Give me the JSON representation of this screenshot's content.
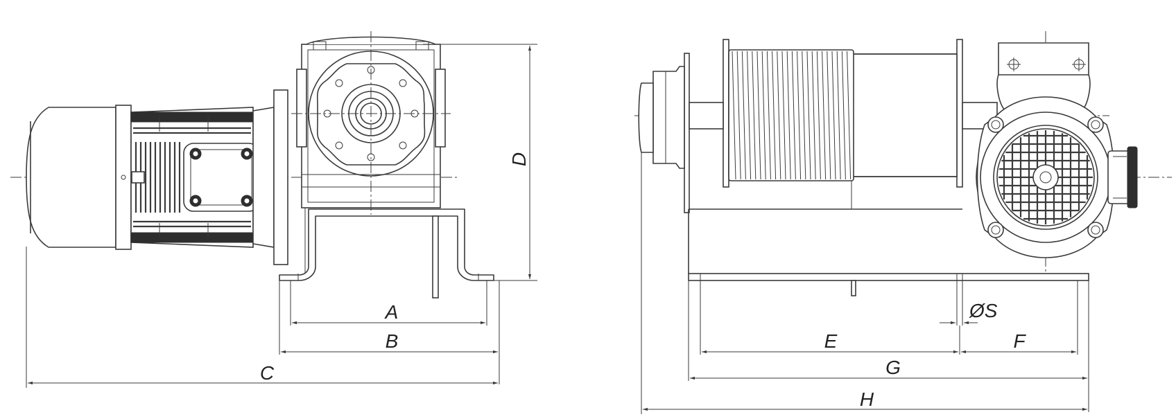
{
  "labels": {
    "A": "A",
    "B": "B",
    "C": "C",
    "D": "D",
    "E": "E",
    "F": "F",
    "G": "G",
    "H": "H",
    "S": "ØS"
  },
  "colors": {
    "line": "#3a3a3a",
    "background": "#ffffff"
  }
}
